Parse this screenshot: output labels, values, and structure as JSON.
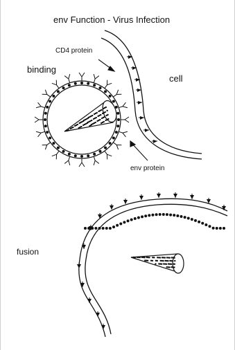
{
  "title": "env Function - Virus Infection",
  "labels": {
    "binding": "binding",
    "cell": "cell",
    "cd4_protein": "CD4 protein",
    "env_protein": "env protein",
    "fusion": "fusion"
  }
}
